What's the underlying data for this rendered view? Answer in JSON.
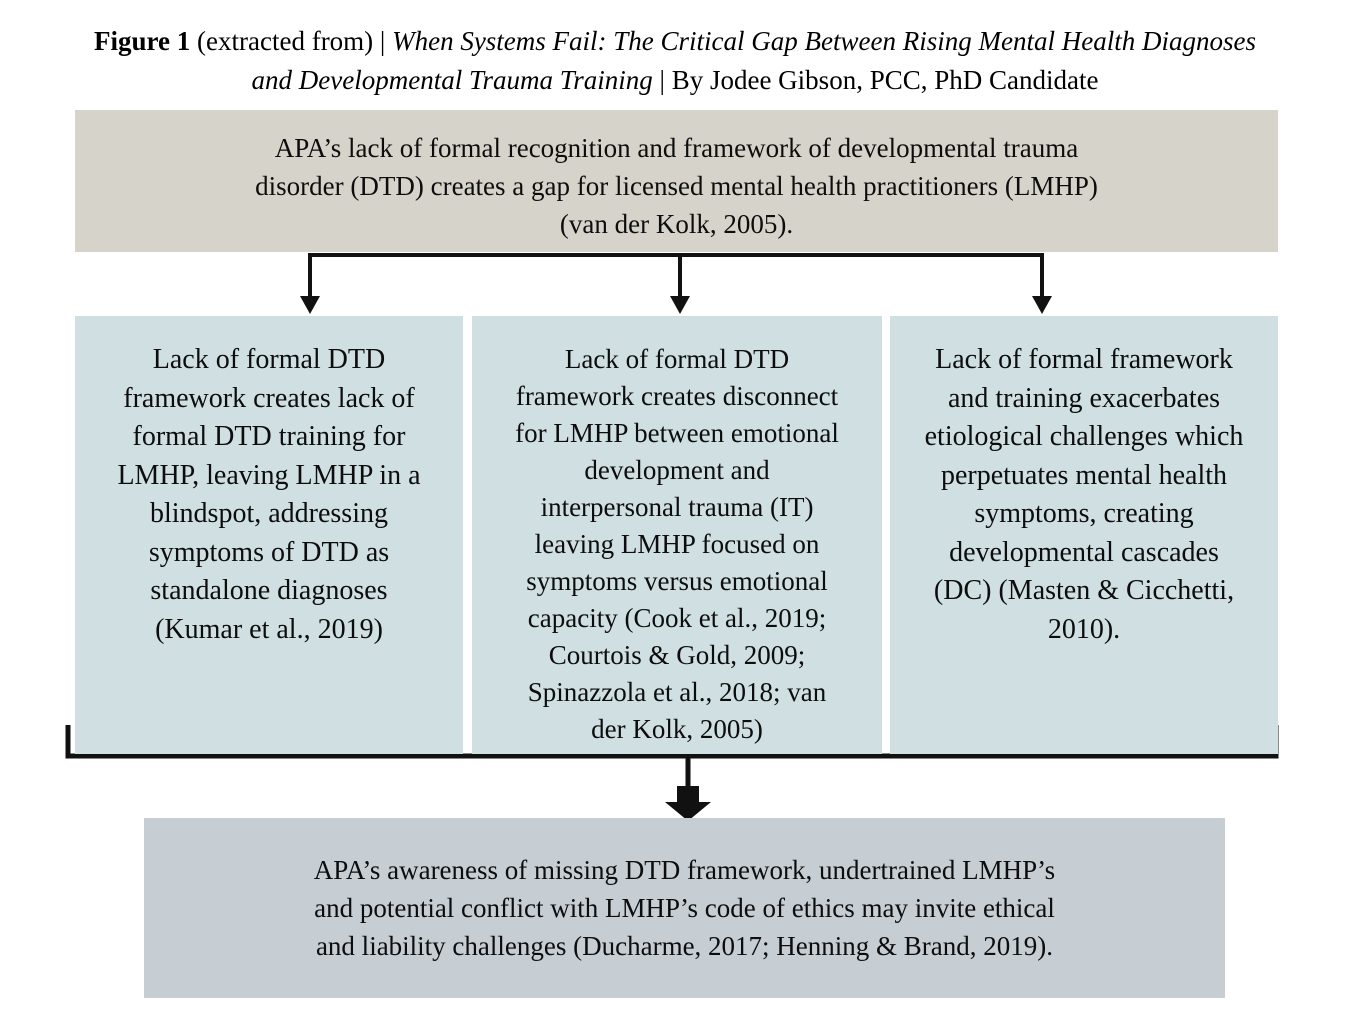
{
  "title": {
    "figure_label": "Figure 1",
    "after_label": " (extracted from) | ",
    "work_title": "When Systems Fail: The Critical Gap Between Rising Mental Health Diagnoses and Developmental Trauma Training",
    "byline": " | By Jodee Gibson, PCC, PhD Candidate"
  },
  "diagram": {
    "top_box": {
      "text": "APA’s lack of formal recognition and framework of developmental trauma\ndisorder (DTD) creates a gap for licensed mental health practitioners (LMHP)\n(van der Kolk, 2005)."
    },
    "branch_boxes": [
      {
        "text": "Lack of formal DTD\nframework creates lack of\nformal DTD training for\nLMHP, leaving LMHP in a\nblindspot, addressing\nsymptoms of DTD as\nstandalone diagnoses\n(Kumar et al., 2019)"
      },
      {
        "text": "Lack of formal DTD\nframework creates disconnect\nfor LMHP between emotional\ndevelopment and\ninterpersonal trauma (IT)\nleaving LMHP focused on\nsymptoms versus emotional\ncapacity (Cook et al., 2019;\nCourtois & Gold, 2009;\nSpinazzola et al., 2018; van\nder Kolk, 2005)"
      },
      {
        "text": "Lack of formal framework\nand training exacerbates\netiological challenges which\nperpetuates mental health\nsymptoms, creating\ndevelopmental cascades\n(DC) (Masten & Cicchetti,\n2010)."
      }
    ],
    "bottom_box": {
      "text": "APA’s awareness of missing DTD framework, undertrained LMHP’s\nand potential conflict with LMHP’s code of ethics may invite ethical\nand liability challenges (Ducharme, 2017; Henning & Brand, 2019)."
    },
    "colors": {
      "top_box_bg": "#d6d4ca",
      "branch_box_bg": "#cfdfe2",
      "bottom_box_bg": "#c6ced4",
      "connector": "#111111",
      "text": "#0d0d0d"
    }
  }
}
